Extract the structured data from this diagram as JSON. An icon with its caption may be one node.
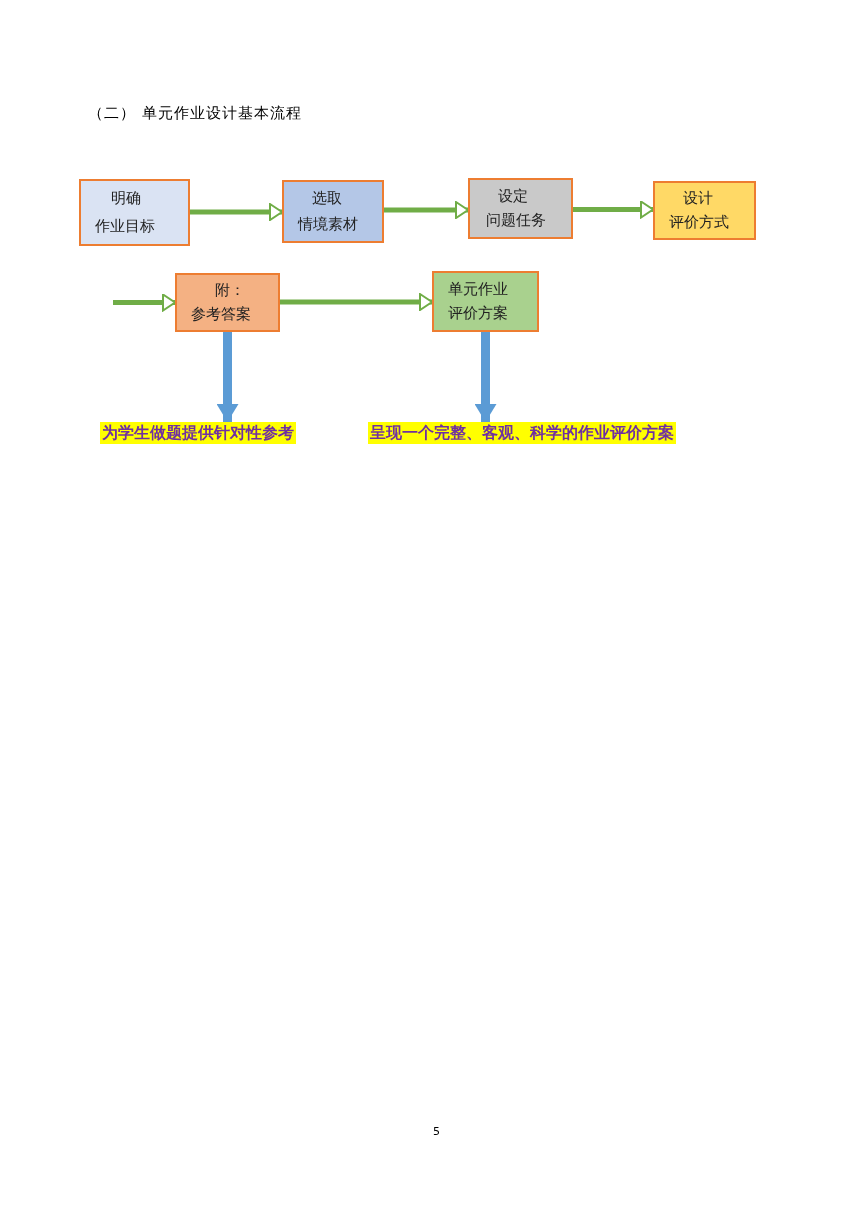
{
  "diagram": {
    "title": "（二） 单元作业设计基本流程",
    "nodes": [
      {
        "text": [
          "明确",
          "作业目标"
        ]
      },
      {
        "text": [
          "选取",
          "情境素材"
        ]
      },
      {
        "text": [
          "设定",
          "问题任务"
        ]
      },
      {
        "text": [
          "设计",
          "评价方式"
        ]
      },
      {
        "text": [
          "附：",
          "参考答案"
        ]
      },
      {
        "text": [
          "单元作业",
          "评价方案"
        ]
      },
      {
        "text": [
          "为学生做题提供针对性参考"
        ]
      },
      {
        "text": [
          "呈现一个完整、客观、科学的作业评价方案"
        ]
      }
    ],
    "edges": [
      {
        "from": 0,
        "to": 1,
        "arrow": "to"
      },
      {
        "from": 1,
        "to": 2,
        "arrow": "to"
      },
      {
        "from": 2,
        "to": 3,
        "arrow": "to"
      },
      {
        "from": null,
        "to": 4,
        "arrow": "to"
      },
      {
        "from": 4,
        "to": 5,
        "arrow": "to"
      },
      {
        "from": 4,
        "to": 6,
        "arrow": "to",
        "style": "thick",
        "color": "#5b9bd5"
      },
      {
        "from": 5,
        "to": 7,
        "arrow": "to",
        "style": "thick",
        "color": "#5b9bd5"
      }
    ],
    "labels": [
      "5"
    ]
  }
}
